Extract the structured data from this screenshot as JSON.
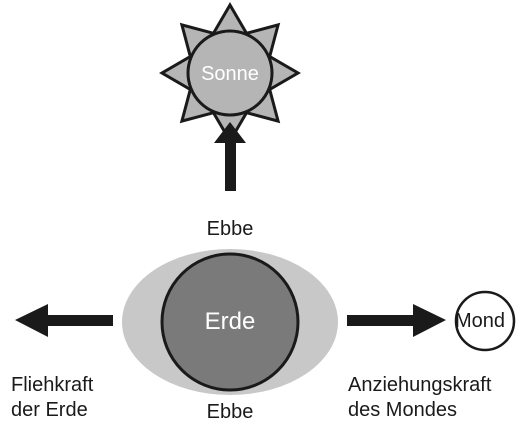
{
  "labels": {
    "sun": "Sonne",
    "earth": "Erde",
    "moon": "Mond",
    "ebb_top": "Ebbe",
    "ebb_bottom": "Ebbe",
    "centrifugal_line1": "Fliehkraft",
    "centrifugal_line2": "der Erde",
    "attraction_line1": "Anziehungskraft",
    "attraction_line2": "des Mondes"
  },
  "colors": {
    "sun_fill": "#b5b5b5",
    "tidal_bulge": "#c8c8c8",
    "earth_fill": "#7a7a7a",
    "moon_fill": "#ffffff",
    "stroke": "#1a1a1a"
  }
}
